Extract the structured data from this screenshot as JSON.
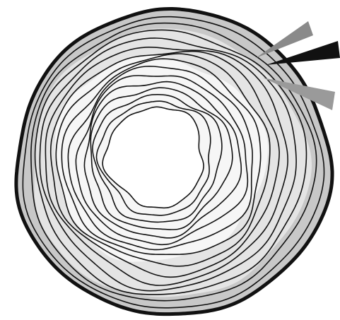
{
  "figure": {
    "type": "tree-ring-cross-section",
    "ring_count": 15,
    "wedge_count": 3,
    "colors": {
      "bark": "#111111",
      "outer_band": "#c8c8c8",
      "sapwood": "#e4e4e4",
      "heartwood": "#f6f6f6",
      "pith": "#ffffff",
      "ring_line": "#111111",
      "wedges": [
        "#8a8a8a",
        "#111111",
        "#9a9a9a"
      ]
    }
  }
}
